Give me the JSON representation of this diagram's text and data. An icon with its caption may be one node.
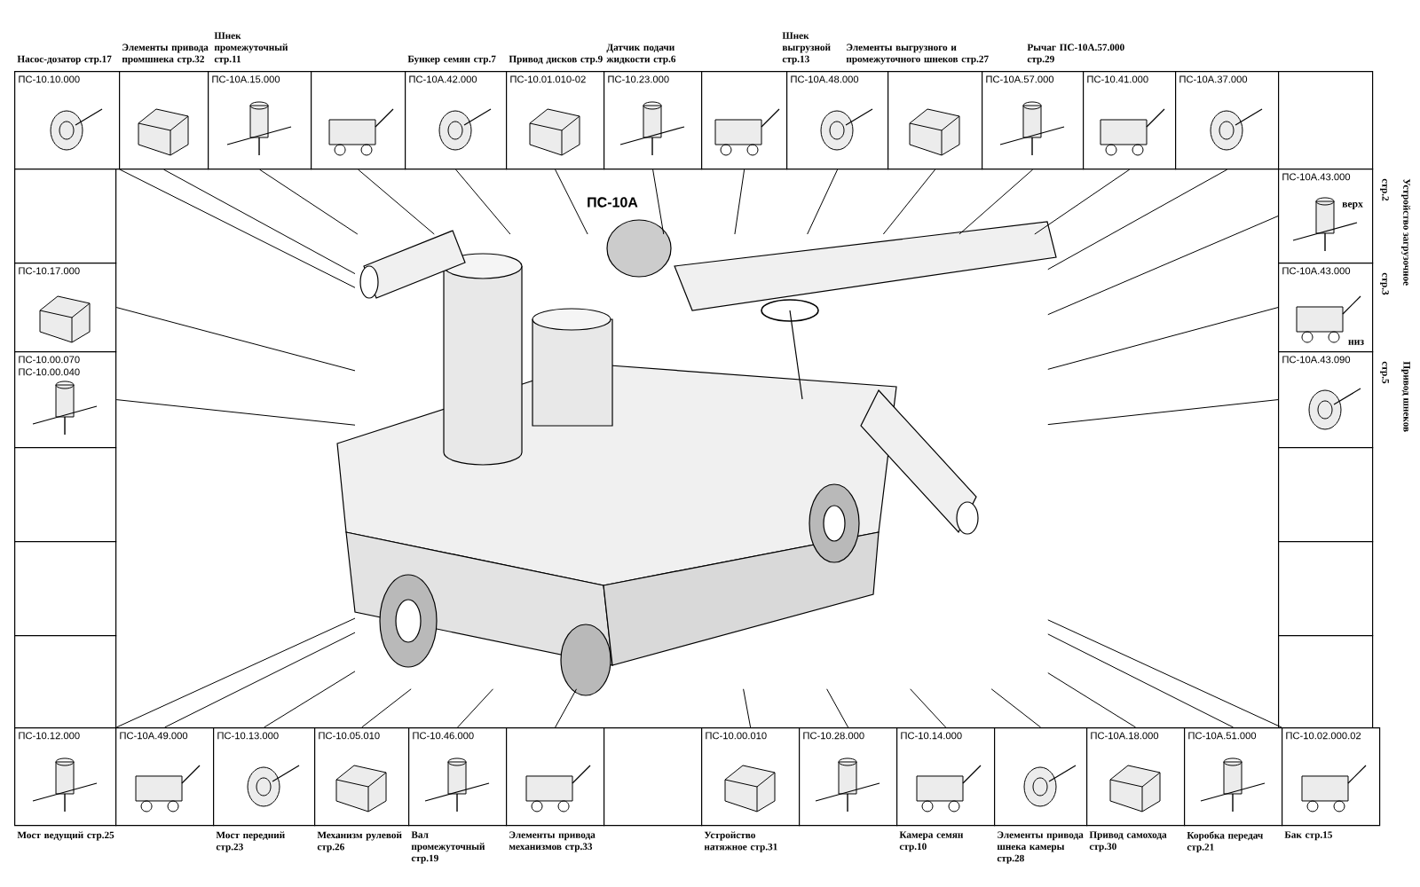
{
  "diagram": {
    "nodes": [
      {
        "text": [
          "ПС-10.10.000"
        ],
        "beside": [
          "Насос-дозатор стр.17"
        ]
      },
      {
        "text": [],
        "shape": "picture",
        "beside": [
          "Элементы привода промшнека стр.32"
        ]
      },
      {
        "text": [
          "ПС-10А.15.000"
        ],
        "beside": [
          "Шнек промежуточный стр.11"
        ]
      },
      {
        "text": [],
        "shape": "picture"
      },
      {
        "text": [
          "ПС-10А.42.000"
        ],
        "beside": [
          "Бункер семян стр.7"
        ]
      },
      {
        "text": [
          "ПС-10.01.010-02"
        ],
        "beside": [
          "Привод дисков стр.9"
        ]
      },
      {
        "text": [
          "ПС-10.23.000"
        ],
        "beside": [
          "Датчик подачи жидкости стр.6"
        ]
      },
      {
        "text": [],
        "shape": "picture"
      },
      {
        "text": [
          "ПС-10А.48.000"
        ],
        "beside": [
          "Шнек выгрузной стр.13"
        ]
      },
      {
        "text": [],
        "shape": "picture",
        "beside": [
          "Элементы выгрузного и промежуточного шнеков стр.27"
        ]
      },
      {
        "text": [
          "ПС-10А.57.000"
        ],
        "beside": [
          "Рычаг ПС-10А.57.000 стр.29"
        ]
      },
      {
        "text": [
          "ПС-10.41.000"
        ]
      },
      {
        "text": [
          "ПС-10А.37.000"
        ]
      },
      {
        "text": [],
        "shape": "box"
      },
      {
        "text": [
          "ПС-10А.43.000",
          "верх"
        ],
        "beside": [
          "стр.2"
        ]
      },
      {
        "text": [
          "ПС-10А.43.000",
          "низ"
        ],
        "beside": [
          "стр.3"
        ]
      },
      {
        "text": [
          "ПС-10А.43.090"
        ],
        "beside": [
          "стр.5",
          "Привод шнеков"
        ]
      },
      {
        "text": [],
        "shape": "box"
      },
      {
        "text": [],
        "shape": "box"
      },
      {
        "text": [],
        "shape": "box"
      },
      {
        "text": [],
        "shape": "box"
      },
      {
        "text": [
          "ПС-10.17.000"
        ]
      },
      {
        "text": [
          "ПС-10.00.070",
          "ПС-10.00.040"
        ]
      },
      {
        "text": [],
        "shape": "box"
      },
      {
        "text": [],
        "shape": "box"
      },
      {
        "text": [],
        "shape": "box"
      },
      {
        "text": [
          "ПС-10.12.000"
        ],
        "beside": [
          "Мост ведущий стр.25"
        ]
      },
      {
        "text": [
          "ПС-10А.49.000"
        ]
      },
      {
        "text": [
          "ПС-10.13.000"
        ],
        "beside": [
          "Мост передний стр.23"
        ]
      },
      {
        "text": [
          "ПС-10.05.010"
        ],
        "beside": [
          "Механизм рулевой стр.26"
        ]
      },
      {
        "text": [
          "ПС-10.46.000"
        ],
        "beside": [
          "Вал промежуточный стр.19"
        ]
      },
      {
        "text": [],
        "shape": "picture",
        "beside": [
          "Элементы привода механизмов стр.33"
        ]
      },
      {
        "text": [],
        "shape": "box"
      },
      {
        "text": [
          "ПС-10.00.010"
        ],
        "beside": [
          "Устройство натяжное стр.31"
        ]
      },
      {
        "text": [
          "ПС-10.28.000"
        ]
      },
      {
        "text": [
          "ПС-10.14.000"
        ],
        "beside": [
          "Камера семян стр.10"
        ]
      },
      {
        "text": [],
        "shape": "picture",
        "beside": [
          "Элементы привода шнека камеры стр.28"
        ]
      },
      {
        "text": [
          "ПС-10А.18.000"
        ],
        "beside": [
          "Привод самохода стр.30"
        ]
      },
      {
        "text": [
          "ПС-10А.51.000"
        ],
        "beside": [
          "Коробка передач стр.21"
        ]
      },
      {
        "text": [
          "ПС-10.02.000.02"
        ],
        "beside": [
          "Бак стр.15"
        ]
      },
      {
        "text": [
          "ПС-10А"
        ]
      }
    ],
    "edges": [
      {
        "from": 0,
        "to": 40,
        "arrow": "none"
      },
      {
        "from": 1,
        "to": 40,
        "arrow": "none"
      },
      {
        "from": 2,
        "to": 40,
        "arrow": "none"
      },
      {
        "from": 3,
        "to": 40,
        "arrow": "none"
      },
      {
        "from": 4,
        "to": 40,
        "arrow": "none"
      },
      {
        "from": 5,
        "to": 40,
        "arrow": "none"
      },
      {
        "from": 6,
        "to": 40,
        "arrow": "none"
      },
      {
        "from": 7,
        "to": 40,
        "arrow": "none"
      },
      {
        "from": 8,
        "to": 40,
        "arrow": "none"
      },
      {
        "from": 9,
        "to": 40,
        "arrow": "none"
      },
      {
        "from": 10,
        "to": 40,
        "arrow": "none"
      },
      {
        "from": 11,
        "to": 40,
        "arrow": "none"
      },
      {
        "from": 12,
        "to": 40,
        "arrow": "none"
      },
      {
        "from": 14,
        "to": 40,
        "arrow": "none"
      },
      {
        "from": 15,
        "to": 40,
        "arrow": "none"
      },
      {
        "from": 16,
        "to": 40,
        "arrow": "none"
      },
      {
        "from": 21,
        "to": 40,
        "arrow": "none"
      },
      {
        "from": 22,
        "to": 40,
        "arrow": "none"
      },
      {
        "from": 26,
        "to": 40,
        "arrow": "none"
      },
      {
        "from": 27,
        "to": 40,
        "arrow": "none"
      },
      {
        "from": 28,
        "to": 40,
        "arrow": "none"
      },
      {
        "from": 29,
        "to": 40,
        "arrow": "none"
      },
      {
        "from": 30,
        "to": 40,
        "arrow": "none"
      },
      {
        "from": 31,
        "to": 40,
        "arrow": "none"
      },
      {
        "from": 33,
        "to": 40,
        "arrow": "none"
      },
      {
        "from": 34,
        "to": 40,
        "arrow": "none"
      },
      {
        "from": 35,
        "to": 40,
        "arrow": "none"
      },
      {
        "from": 36,
        "to": 40,
        "arrow": "none"
      },
      {
        "from": 37,
        "to": 40,
        "arrow": "none"
      },
      {
        "from": 38,
        "to": 40,
        "arrow": "none"
      },
      {
        "from": 39,
        "to": 40,
        "arrow": "none"
      }
    ],
    "labels": [
      "Устройство загрузочное"
    ]
  }
}
